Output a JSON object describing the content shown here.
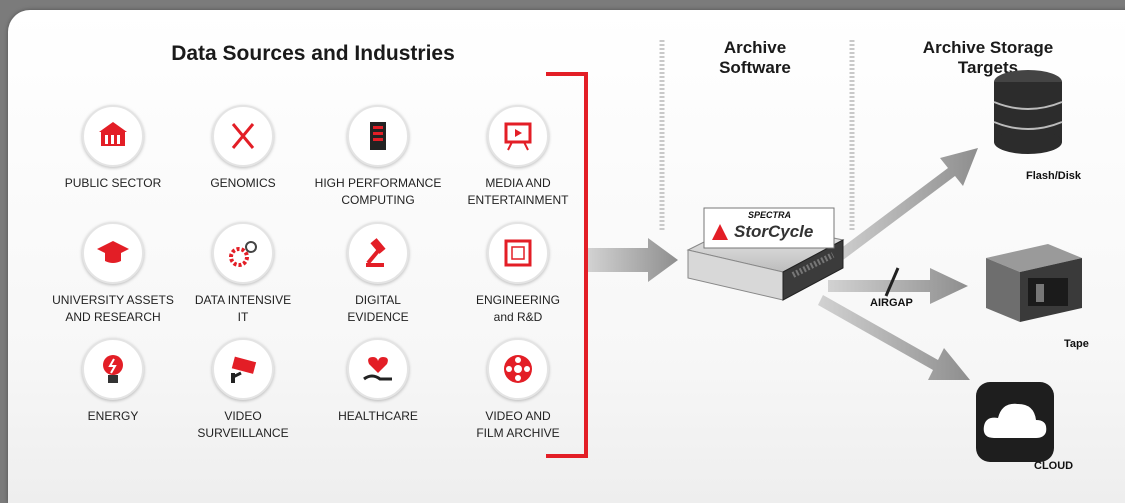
{
  "headings": {
    "sources": "Data Sources and Industries",
    "software": "Archive\nSoftware",
    "targets": "Archive Storage\nTargets"
  },
  "industries": [
    {
      "label": "PUBLIC SECTOR",
      "icon": "building-icon"
    },
    {
      "label": "GENOMICS",
      "icon": "dna-icon"
    },
    {
      "label": "HIGH PERFORMANCE\nCOMPUTING",
      "icon": "server-icon"
    },
    {
      "label": "MEDIA AND\nENTERTAINMENT",
      "icon": "presentation-play-icon"
    },
    {
      "label": "UNIVERSITY ASSETS\nAND RESEARCH",
      "icon": "graduation-cap-icon"
    },
    {
      "label": "DATA INTENSIVE\nIT",
      "icon": "gears-icon"
    },
    {
      "label": "DIGITAL\nEVIDENCE",
      "icon": "gavel-icon"
    },
    {
      "label": "ENGINEERING\nand R&D",
      "icon": "blueprint-icon"
    },
    {
      "label": "ENERGY",
      "icon": "lightbulb-icon"
    },
    {
      "label": "VIDEO\nSURVEILLANCE",
      "icon": "security-camera-icon"
    },
    {
      "label": "HEALTHCARE",
      "icon": "heart-hand-icon"
    },
    {
      "label": "VIDEO AND\nFILM ARCHIVE",
      "icon": "film-reel-icon"
    }
  ],
  "software": {
    "brand_small": "SPECTRA",
    "brand_name": "StorCycle",
    "trademark": "®"
  },
  "targets": {
    "flash": "Flash/Disk",
    "tape": "Tape",
    "cloud": "CLOUD",
    "airgap": "AIRGAP"
  },
  "colors": {
    "accent": "#e31e26",
    "arrow": "#9a9a9a",
    "dark": "#2b2b2b"
  }
}
